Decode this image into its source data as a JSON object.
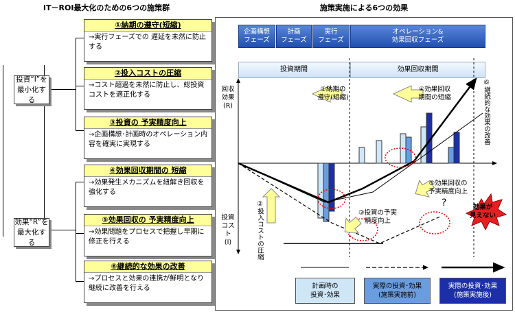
{
  "left_title": "IT－ROI最大化のための6つの施策群",
  "right_title": "施策実施による6つの効果",
  "roots": [
    {
      "label": "投資“I”を\n最小化する"
    },
    {
      "label": "効果“R”を\n最大化する"
    }
  ],
  "measures": [
    {
      "title": "①納期の遵守(短縮)",
      "body": "→実行フェーズでの 遅延を未然に防止する"
    },
    {
      "title": "②投入コストの圧縮",
      "body": "→コスト超過を未然に防止し、総投資コストを適正化する"
    },
    {
      "title": "③投資の 予実精度向上",
      "body": "→企画構想･計画時のオペレーション内容を確実に実現する"
    },
    {
      "title": "④効果回収期間の 短縮",
      "body": "→効果発生メカニズムを紐解き回収を強化する"
    },
    {
      "title": "⑤効果回収の 予実精度向上",
      "body": "→効果問題をプロセスで把握し早期に修正を行える"
    },
    {
      "title": "⑥継続的な効果の改善",
      "body": "→プロセスと効果の連携が鮮明となり継続に改善を行える"
    }
  ],
  "phases": [
    {
      "label": "企画構想\nフェーズ"
    },
    {
      "label": "計画\nフェーズ"
    },
    {
      "label": "実行\nフェーズ"
    },
    {
      "label": "オペレーション&\n効果回収フェーズ"
    }
  ],
  "periods": {
    "invest": "投資期間",
    "recovery": "効果回収期間"
  },
  "axis": {
    "return_label": "回収\n効果\n(R)",
    "cost_label": "投資\nコスト\n(I)"
  },
  "callouts": {
    "c1": "①納期の\n遵守(短縮)",
    "c4": "④効果回収\n期間の短縮",
    "c6": "⑥継続的な効果の改善",
    "c2": "②投入コストの圧縮",
    "c3": "③投資の予実\n精度向上",
    "c5": "⑤効果回収の\n予実精度向上",
    "question": "?",
    "burst": "効果が\n見えない"
  },
  "legend": {
    "planned": "計画時の\n投資･効果",
    "actual_before": "実際の投資･効果\n(施策実施前)",
    "actual_after": "実際の投資･効果\n(施策実施後)"
  },
  "colors": {
    "phase_blue": "#1f4fb0",
    "yellow": "#ffff99",
    "light_blue": "#cfe6f7",
    "mid_blue": "#6a9de0",
    "dark_blue": "#1c2fa8"
  }
}
